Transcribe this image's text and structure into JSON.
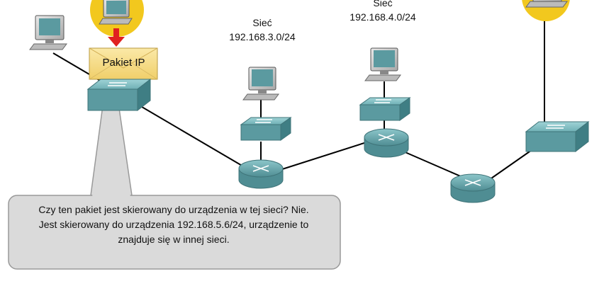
{
  "networks": [
    {
      "name": "Sieć",
      "address": "192.168.3.0/24"
    },
    {
      "name": "Sieć",
      "address": "192.168.4.0/24"
    }
  ],
  "packet": {
    "label": "Pakiet IP",
    "color": "#f5d980"
  },
  "callout": {
    "lines": [
      "Czy ten pakiet jest skierowany do urządzenia w tej sieci? Nie.",
      "Jest skierowany do urządzenia 192.168.5.6/24, urządzenie to",
      "znajduje się w innej sieci."
    ]
  },
  "colors": {
    "highlight": "#f2c81e",
    "arrow": "#e02020",
    "device": "#5b9aa0",
    "callout_fill": "#dadada"
  }
}
